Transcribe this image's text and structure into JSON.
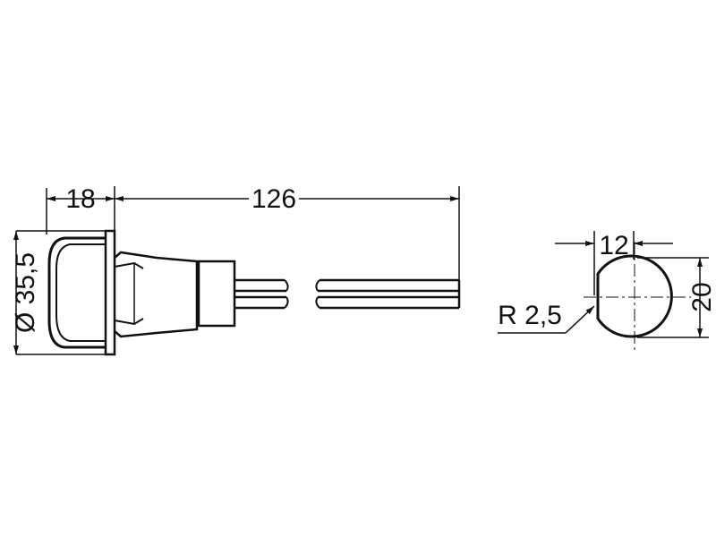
{
  "dimensions": {
    "housing_width": "18",
    "cable_length": "126",
    "diameter": "Ø 35,5",
    "cutout_width": "12",
    "cutout_height": "20",
    "corner_radius": "R 2,5"
  },
  "colors": {
    "line": "#111111",
    "background": "#ffffff"
  }
}
